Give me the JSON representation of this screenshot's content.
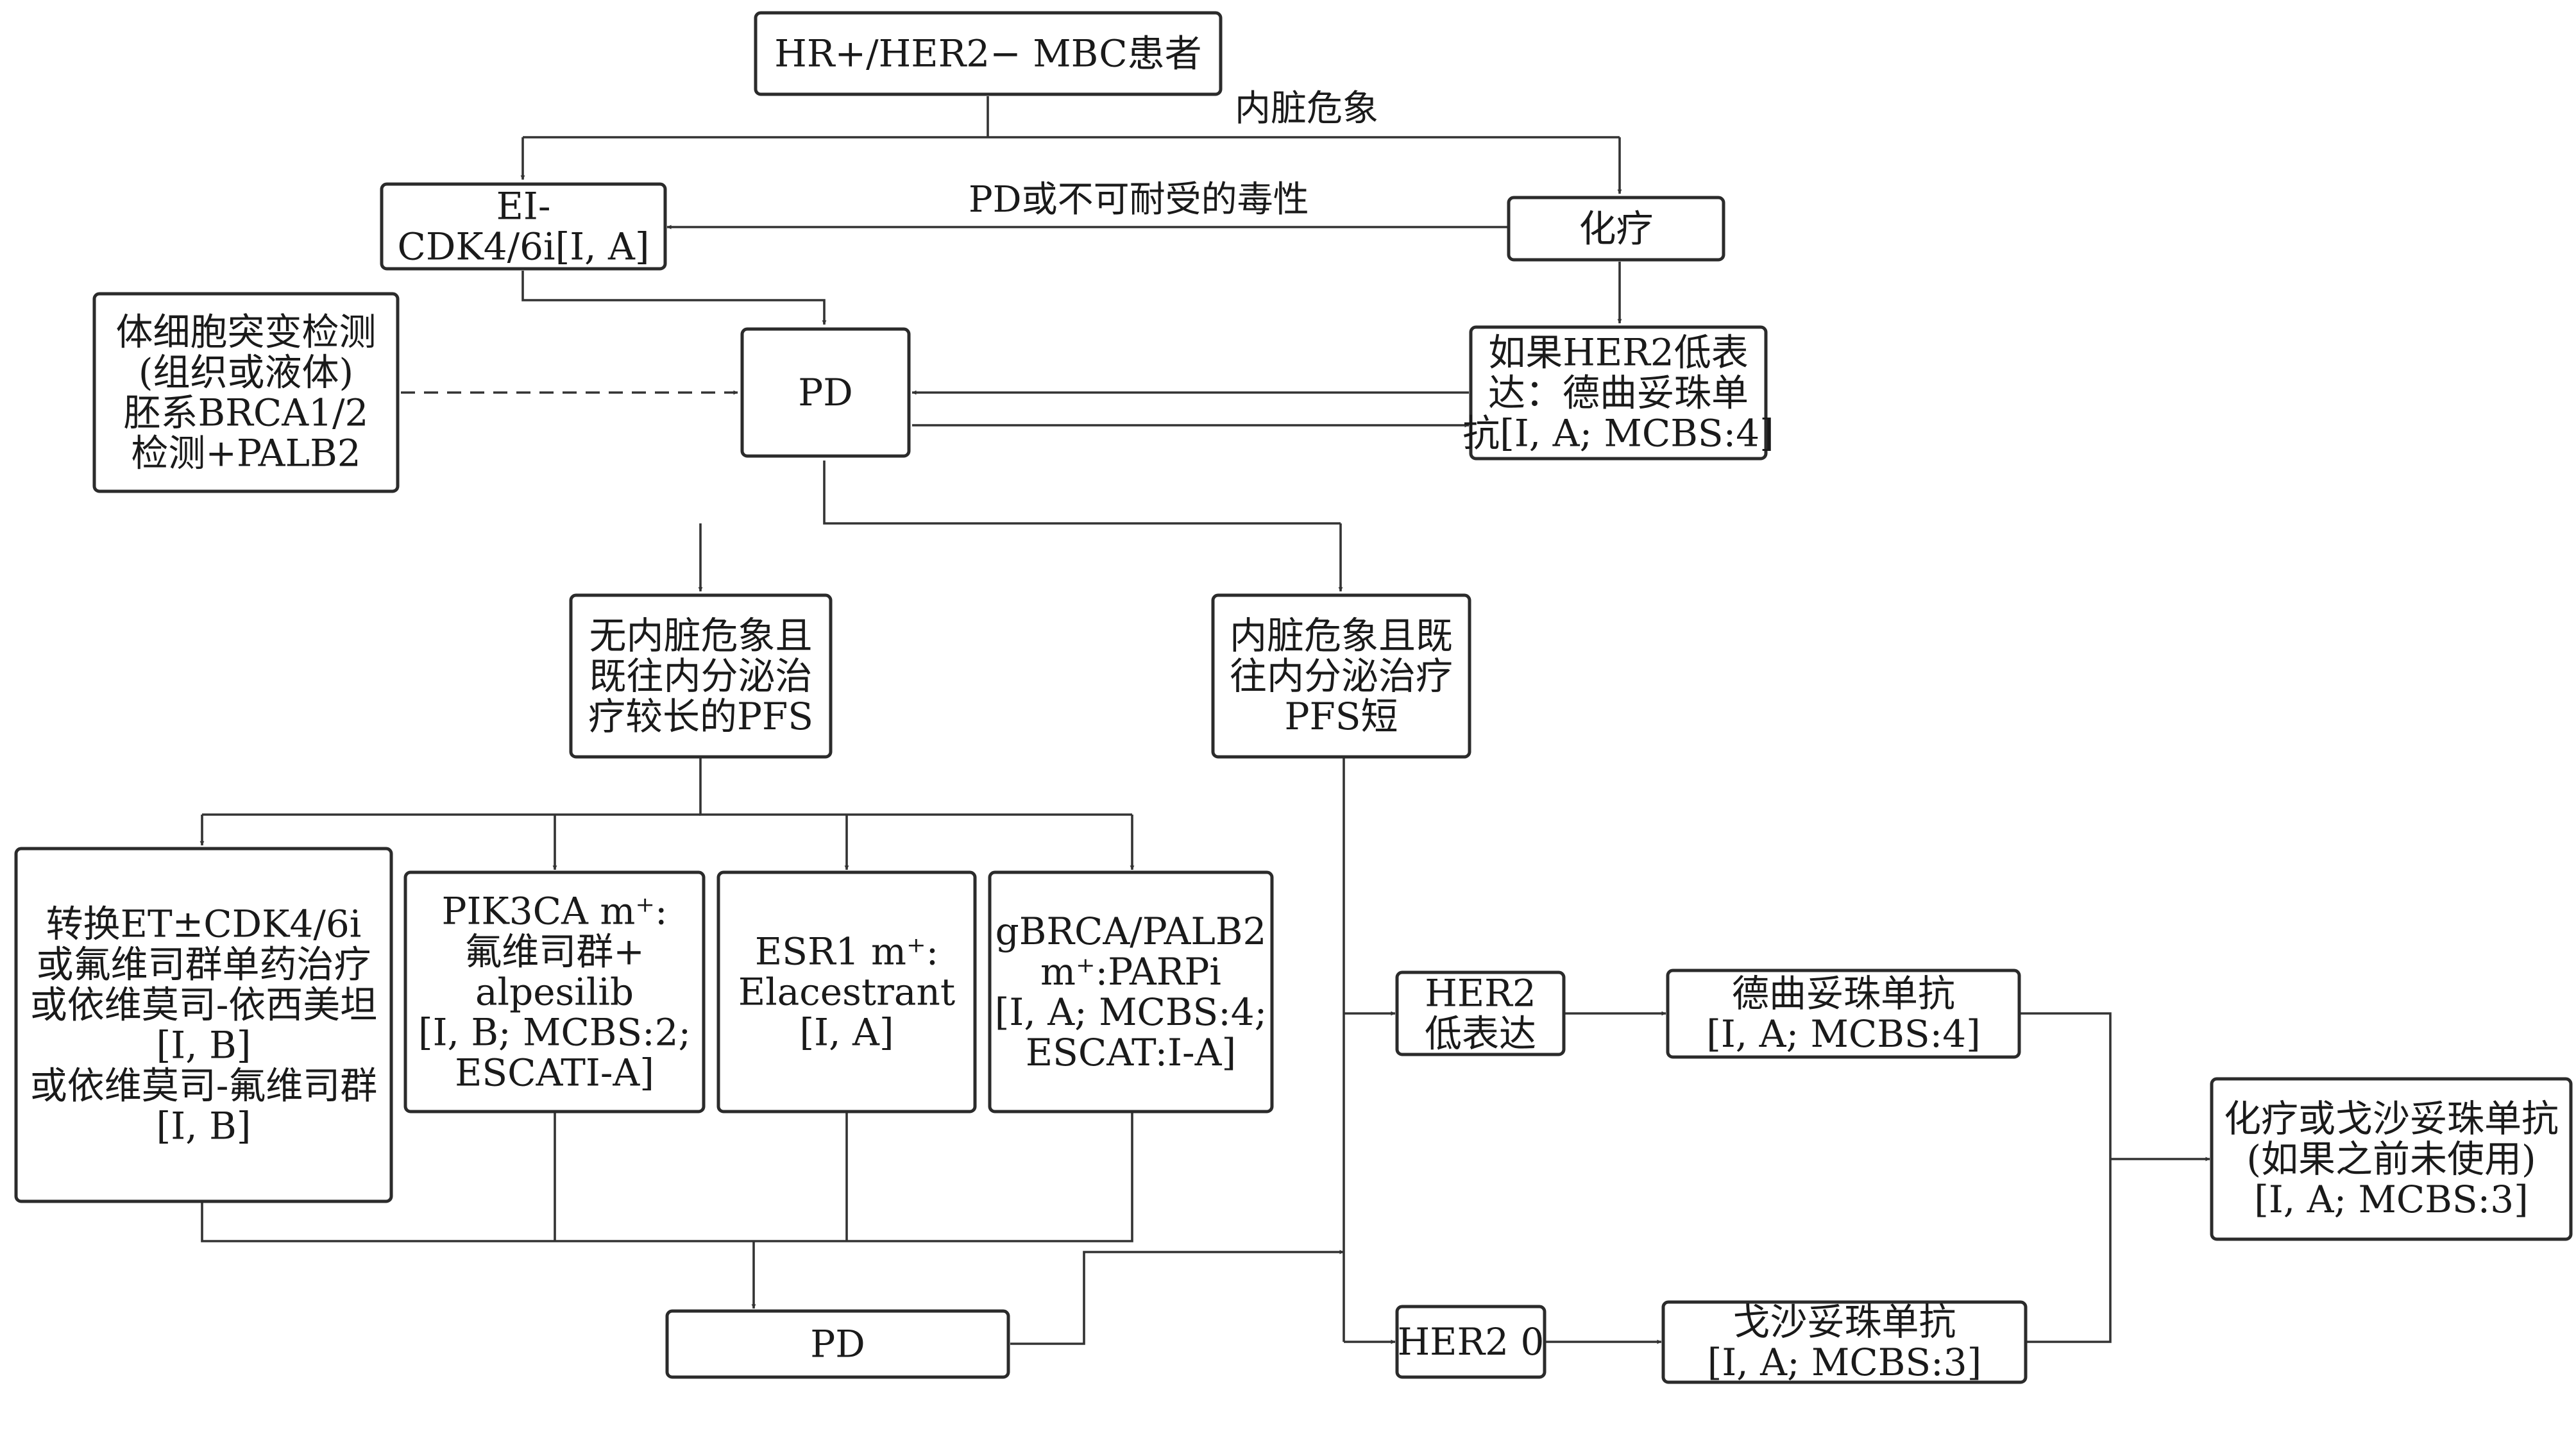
{
  "nodes": {
    "patient": {
      "lines": [
        "HR+/HER2− MBC患者"
      ]
    },
    "ei_cdk": {
      "lines": [
        "EI-",
        "CDK4/6i[I, A]"
      ]
    },
    "chemo": {
      "lines": [
        "化疗"
      ]
    },
    "testing": {
      "lines": [
        "体细胞突变检测",
        "(组织或液体)",
        "胚系BRCA1/2",
        "检测+PALB2"
      ]
    },
    "pd1": {
      "lines": [
        "PD"
      ]
    },
    "t_dxd_low": {
      "lines": [
        "如果HER2低表",
        "达：德曲妥珠单",
        "抗[I, A; MCBS:4]"
      ]
    },
    "no_visceral": {
      "lines": [
        "无内脏危象且",
        "既往内分泌治",
        "疗较长的PFS"
      ]
    },
    "visceral": {
      "lines": [
        "内脏危象且既",
        "往内分泌治疗",
        "PFS短"
      ]
    },
    "switch_et": {
      "lines": [
        "转换ET±CDK4/6i",
        "或氟维司群单药治疗",
        "或依维莫司-依西美坦",
        "[I, B]",
        "或依维莫司-氟维司群",
        "[I, B]"
      ]
    },
    "pik3ca": {
      "lines": [
        "PIK3CA m⁺:",
        "氟维司群+",
        "alpesilib",
        "[I, B; MCBS:2;",
        "ESCATI-A]"
      ]
    },
    "esr1": {
      "lines": [
        "ESR1 m⁺:",
        "Elacestrant",
        "[I, A]"
      ]
    },
    "gbrca": {
      "lines": [
        "gBRCA/PALB2",
        "m⁺:PARPi",
        "[I, A; MCBS:4;",
        "ESCAT:I-A]"
      ]
    },
    "pd2": {
      "lines": [
        "PD"
      ]
    },
    "her2_low": {
      "lines": [
        "HER2",
        "低表达"
      ]
    },
    "her2_zero": {
      "lines": [
        "HER2 0"
      ]
    },
    "t_dxd": {
      "lines": [
        "德曲妥珠单抗",
        "[I, A; MCBS:4]"
      ]
    },
    "sacituzumab": {
      "lines": [
        "戈沙妥珠单抗",
        "[I, A; MCBS:3]"
      ]
    },
    "final": {
      "lines": [
        "化疗或戈沙妥珠单抗",
        "(如果之前未使用)",
        "[I, A; MCBS:3]"
      ]
    }
  },
  "edge_labels": {
    "visceral_crisis": "内脏危象",
    "pd_toxicity": "PD或不可耐受的毒性"
  },
  "colors": {
    "line": "#333333",
    "text": "#1a1a1a",
    "background": "#ffffff"
  }
}
